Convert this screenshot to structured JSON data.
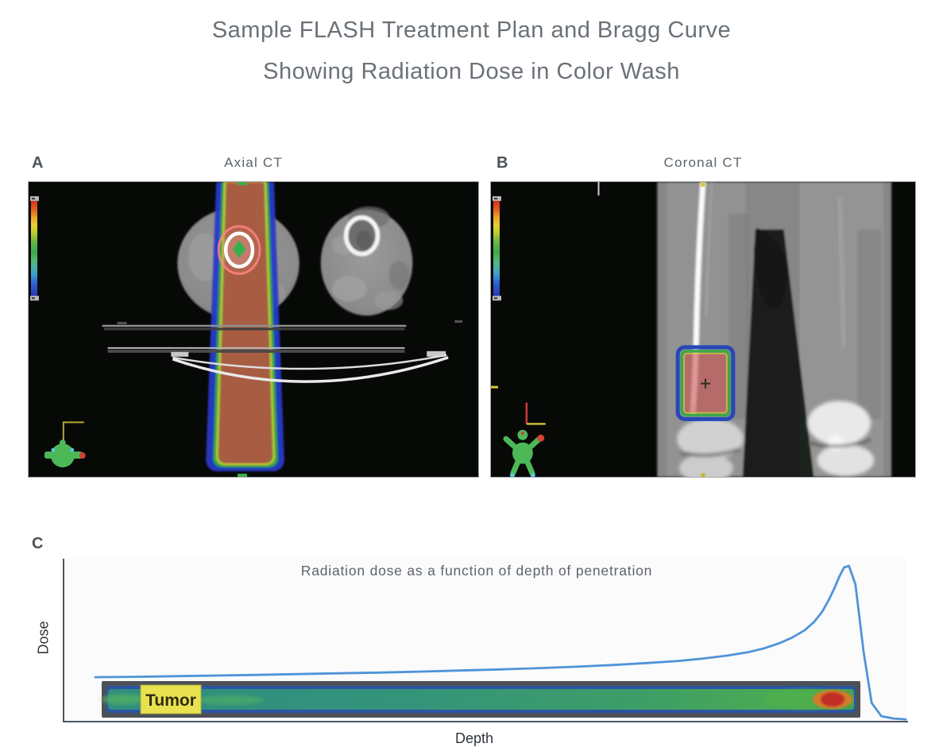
{
  "figure_title": {
    "line1": "Sample FLASH Treatment Plan and Bragg Curve",
    "line2": "Showing Radiation Dose in Color Wash"
  },
  "panels": [
    {
      "id": "A",
      "label": "A",
      "title": "Axial CT"
    },
    {
      "id": "B",
      "label": "B",
      "title": "Coronal CT"
    },
    {
      "id": "C",
      "label": "C"
    }
  ],
  "chart_data": {
    "type": "line",
    "title": "Radiation dose as a function of depth of penetration",
    "xlabel": "Depth",
    "ylabel": "Dose",
    "grid": false,
    "legend": false,
    "x_range_percent_depth": [
      0,
      100
    ],
    "ylim_percent_of_peak": [
      0,
      100
    ],
    "series": [
      {
        "name": "bragg-curve",
        "color": "#4f93d8",
        "x": [
          0,
          5,
          10,
          15,
          20,
          25,
          30,
          35,
          40,
          45,
          50,
          55,
          60,
          64,
          68,
          72,
          75,
          78,
          80.5,
          82.5,
          84.5,
          86,
          87.5,
          88.7,
          89.7,
          90.5,
          91.2,
          91.8,
          92.4,
          93,
          93.8,
          94.8,
          95.8,
          97,
          98.5,
          100
        ],
        "y": [
          28.5,
          28.8,
          29.2,
          29.6,
          30,
          30.5,
          31,
          31.5,
          32.1,
          32.8,
          33.5,
          34.4,
          35.4,
          36.4,
          37.6,
          39,
          40.5,
          42.4,
          44.5,
          47,
          50.5,
          54,
          58.5,
          64,
          70.5,
          78,
          85.5,
          93,
          99,
          100,
          88,
          45,
          12,
          3.5,
          2,
          1.5
        ]
      }
    ],
    "beam_bar": {
      "label": "Tumor",
      "label_bg": "#e8e250",
      "x_start_percent": 1,
      "x_end_percent": 94,
      "outer_color": "#4c5157",
      "edge_color": "#2b55a4",
      "fill_color": "#35927a",
      "bragg_peak_hotspot": {
        "red": "#c22f25",
        "orange": "#dd7a28",
        "x_percent": 91
      }
    }
  },
  "colorbar": {
    "name": "dose-color-scale",
    "colors_top_to_bottom": [
      "#d43020",
      "#eda827",
      "#e8d030",
      "#62b544",
      "#3faa48",
      "#46b2a8",
      "#3a9ed0",
      "#2838b8"
    ]
  },
  "colors": {
    "background": "#ffffff",
    "ct_background": "#070907",
    "title_text": "#6b7178",
    "panel_label_text": "#4d5359",
    "panel_title_text": "#5d646b",
    "axis_text": "#2f353b",
    "axis_line": "#4d545c",
    "dose_wash_red": "#ca4842",
    "beam_edge_blue": "#2838c8",
    "beam_edge_green": "#2fa53f",
    "tumor_marker_green": "#33b24a",
    "orientation_icon_green": "#4db858"
  }
}
